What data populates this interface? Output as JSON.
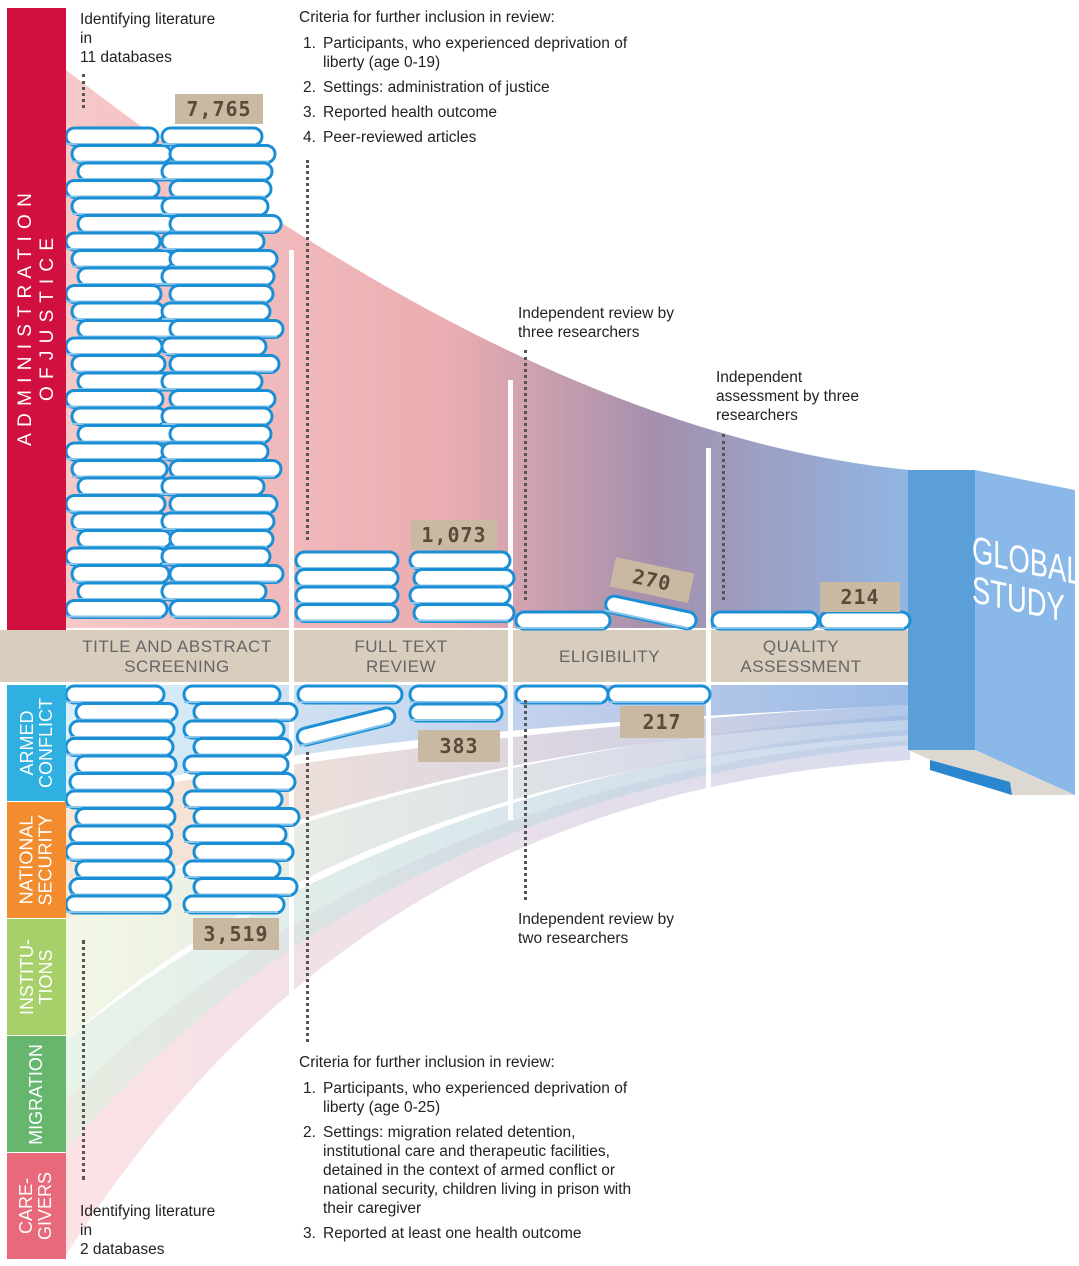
{
  "left_bands": [
    {
      "id": "admin",
      "label_lines": [
        "A D M I N I S T R A T I O N",
        "O F   J U S T I C E"
      ],
      "color": "#d2103f"
    },
    {
      "id": "armed",
      "label_lines": [
        "ARMED",
        "CONFLICT"
      ],
      "color": "#2fb0e0"
    },
    {
      "id": "national",
      "label_lines": [
        "NATIONAL",
        "SECURITY"
      ],
      "color": "#f28c2e"
    },
    {
      "id": "institutions",
      "label_lines": [
        "INSTITU-",
        "TIONS"
      ],
      "color": "#a8d06a"
    },
    {
      "id": "migration",
      "label_lines": [
        "MIGRATION"
      ],
      "color": "#66b66e"
    },
    {
      "id": "caregivers",
      "label_lines": [
        "CARE-",
        "GIVERS"
      ],
      "color": "#e86a7a"
    }
  ],
  "stages": [
    {
      "label_lines": [
        "TITLE AND ABSTRACT",
        "SCREENING"
      ]
    },
    {
      "label_lines": [
        "FULL TEXT",
        "REVIEW"
      ]
    },
    {
      "label_lines": [
        "ELIGIBILITY"
      ]
    },
    {
      "label_lines": [
        "QUALITY",
        "ASSESSMENT"
      ]
    }
  ],
  "counts": {
    "top_start": "7,765",
    "top_fulltext": "1,073",
    "top_eligibility": "270",
    "top_quality": "214",
    "bottom_start": "3,519",
    "bottom_fulltext": "383",
    "bottom_eligibility": "217"
  },
  "top_identify": {
    "lines": [
      "Identifying literature",
      "in",
      "11 databases"
    ]
  },
  "bottom_identify": {
    "lines": [
      "Identifying literature",
      "in",
      "2 databases"
    ]
  },
  "top_criteria": {
    "title": "Criteria for further inclusion in review:",
    "items": [
      {
        "n": "1.",
        "lines": [
          "Participants, who experienced deprivation of",
          "liberty (age 0-19)"
        ]
      },
      {
        "n": "2.",
        "lines": [
          "Settings: administration of justice"
        ]
      },
      {
        "n": "3.",
        "lines": [
          "Reported health outcome"
        ]
      },
      {
        "n": "4.",
        "lines": [
          "Peer-reviewed articles"
        ]
      }
    ]
  },
  "bottom_criteria": {
    "title": "Criteria for further inclusion in review:",
    "items": [
      {
        "n": "1.",
        "lines": [
          "Participants, who experienced deprivation of",
          "liberty (age 0-25)"
        ]
      },
      {
        "n": "2.",
        "lines": [
          "Settings: migration related detention,",
          "institutional care and therapeutic facilities,",
          "detained in the context of armed conflict or",
          "national security, children living in prison with",
          "their caregiver"
        ]
      },
      {
        "n": "3.",
        "lines": [
          "Reported at least one health outcome"
        ]
      }
    ]
  },
  "notes": {
    "eligibility_top": [
      "Independent review by",
      "three researchers"
    ],
    "quality_top": [
      "Independent",
      "assessment by three",
      "researchers"
    ],
    "eligibility_bottom": [
      "Independent review by",
      "two researchers"
    ]
  },
  "book": {
    "lines": [
      "GLOBAL",
      "STUDY"
    ]
  },
  "colors": {
    "stage_band": "#d9cdbd",
    "count_box": "#c9b9a2",
    "book_blue": "#5b9fd8",
    "paper_blue": "#1a8fd6"
  }
}
